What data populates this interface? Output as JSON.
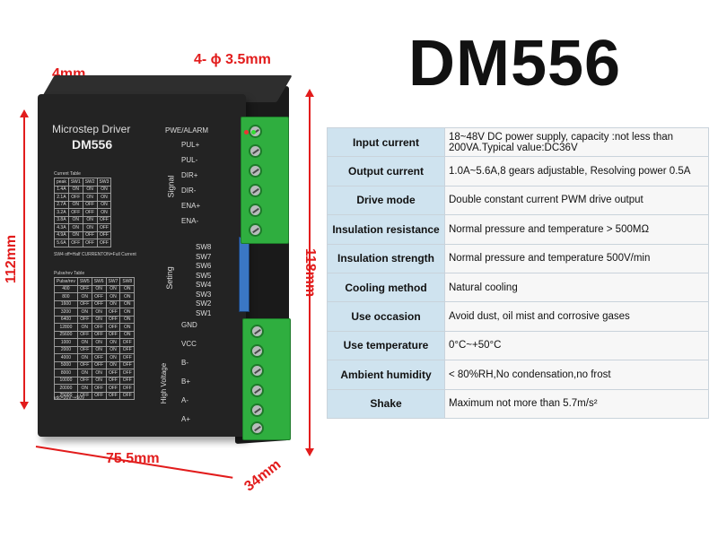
{
  "title": "DM556",
  "dimensions": {
    "top_thickness": "4mm",
    "holes": "4- ϕ 3.5mm",
    "height_left": "112mm",
    "height_right": "118mm",
    "width": "75.5mm",
    "depth": "34mm"
  },
  "device": {
    "label_line1": "Microstep Driver",
    "label_line2": "DM556",
    "pwr_alarm": "PWE/ALARM",
    "current_table_title": "Current Table",
    "current_headers": [
      "peak",
      "SW1",
      "SW2",
      "SW3"
    ],
    "current_rows": [
      [
        "1.4A",
        "ON",
        "ON",
        "ON"
      ],
      [
        "2.1A",
        "OFF",
        "ON",
        "ON"
      ],
      [
        "2.7A",
        "ON",
        "OFF",
        "ON"
      ],
      [
        "3.2A",
        "OFF",
        "OFF",
        "ON"
      ],
      [
        "3.8A",
        "ON",
        "ON",
        "OFF"
      ],
      [
        "4.3A",
        "ON",
        "ON",
        "OFF"
      ],
      [
        "4.9A",
        "ON",
        "OFF",
        "OFF"
      ],
      [
        "5.6A",
        "OFF",
        "OFF",
        "OFF"
      ]
    ],
    "current_note": "SW4 off=Half CURRENTON=Full Current",
    "pulse_table_title": "Pulse/rev Table",
    "pulse_headers": [
      "Pulse/rev",
      "SW5",
      "SW6",
      "SW7",
      "SW8"
    ],
    "pulse_rows": [
      [
        "400",
        "OFF",
        "ON",
        "ON",
        "ON"
      ],
      [
        "800",
        "ON",
        "OFF",
        "ON",
        "ON"
      ],
      [
        "1600",
        "OFF",
        "OFF",
        "ON",
        "ON"
      ],
      [
        "3200",
        "ON",
        "ON",
        "OFF",
        "ON"
      ],
      [
        "6400",
        "OFF",
        "ON",
        "OFF",
        "ON"
      ],
      [
        "12800",
        "ON",
        "OFF",
        "OFF",
        "ON"
      ],
      [
        "25600",
        "OFF",
        "OFF",
        "OFF",
        "ON"
      ],
      [
        "1000",
        "ON",
        "ON",
        "ON",
        "OFF"
      ],
      [
        "2000",
        "OFF",
        "ON",
        "ON",
        "OFF"
      ],
      [
        "4000",
        "ON",
        "OFF",
        "ON",
        "OFF"
      ],
      [
        "5000",
        "OFF",
        "OFF",
        "ON",
        "OFF"
      ],
      [
        "8000",
        "ON",
        "ON",
        "OFF",
        "OFF"
      ],
      [
        "10000",
        "OFF",
        "ON",
        "OFF",
        "OFF"
      ],
      [
        "20000",
        "ON",
        "OFF",
        "OFF",
        "OFF"
      ],
      [
        "25000",
        "OFF",
        "OFF",
        "OFF",
        "OFF"
      ]
    ],
    "voltage_note": "vdc=20V~+50V",
    "signal_label": "Signal",
    "signal_pins": [
      "PUL+",
      "PUL-",
      "DIR+",
      "DIR-",
      "ENA+",
      "ENA-"
    ],
    "setting_label": "Seting",
    "sw_labels": [
      "SW8",
      "SW7",
      "SW6",
      "SW5",
      "SW4",
      "SW3",
      "SW2",
      "SW1"
    ],
    "hv_label": "High Voltage",
    "power_pins": [
      "GND",
      "VCC",
      "B-",
      "B+",
      "A-",
      "A+"
    ]
  },
  "specs": [
    {
      "label": "Input current",
      "value": "18~48V DC power supply, capacity :not less than 200VA.Typical value:DC36V"
    },
    {
      "label": "Output current",
      "value": "1.0A~5.6A,8 gears adjustable, Resolving power 0.5A"
    },
    {
      "label": "Drive mode",
      "value": "Double constant current PWM drive output"
    },
    {
      "label": "Insulation resistance",
      "value": "Normal pressure and temperature > 500MΩ"
    },
    {
      "label": "Insulation strength",
      "value": "Normal pressure and temperature 500V/min"
    },
    {
      "label": "Cooling method",
      "value": "Natural cooling"
    },
    {
      "label": "Use occasion",
      "value": "Avoid dust, oil mist and corrosive gases"
    },
    {
      "label": "Use temperature",
      "value": "0°C~+50°C"
    },
    {
      "label": "Ambient humidity",
      "value": "< 80%RH,No condensation,no frost"
    },
    {
      "label": "Shake",
      "value": "Maximum not more than 5.7m/s²"
    }
  ],
  "colors": {
    "dimension": "#e21c1c",
    "spec_label_bg": "#cfe3ef",
    "terminal_green": "#2fae3f",
    "device_body": "#232323"
  }
}
